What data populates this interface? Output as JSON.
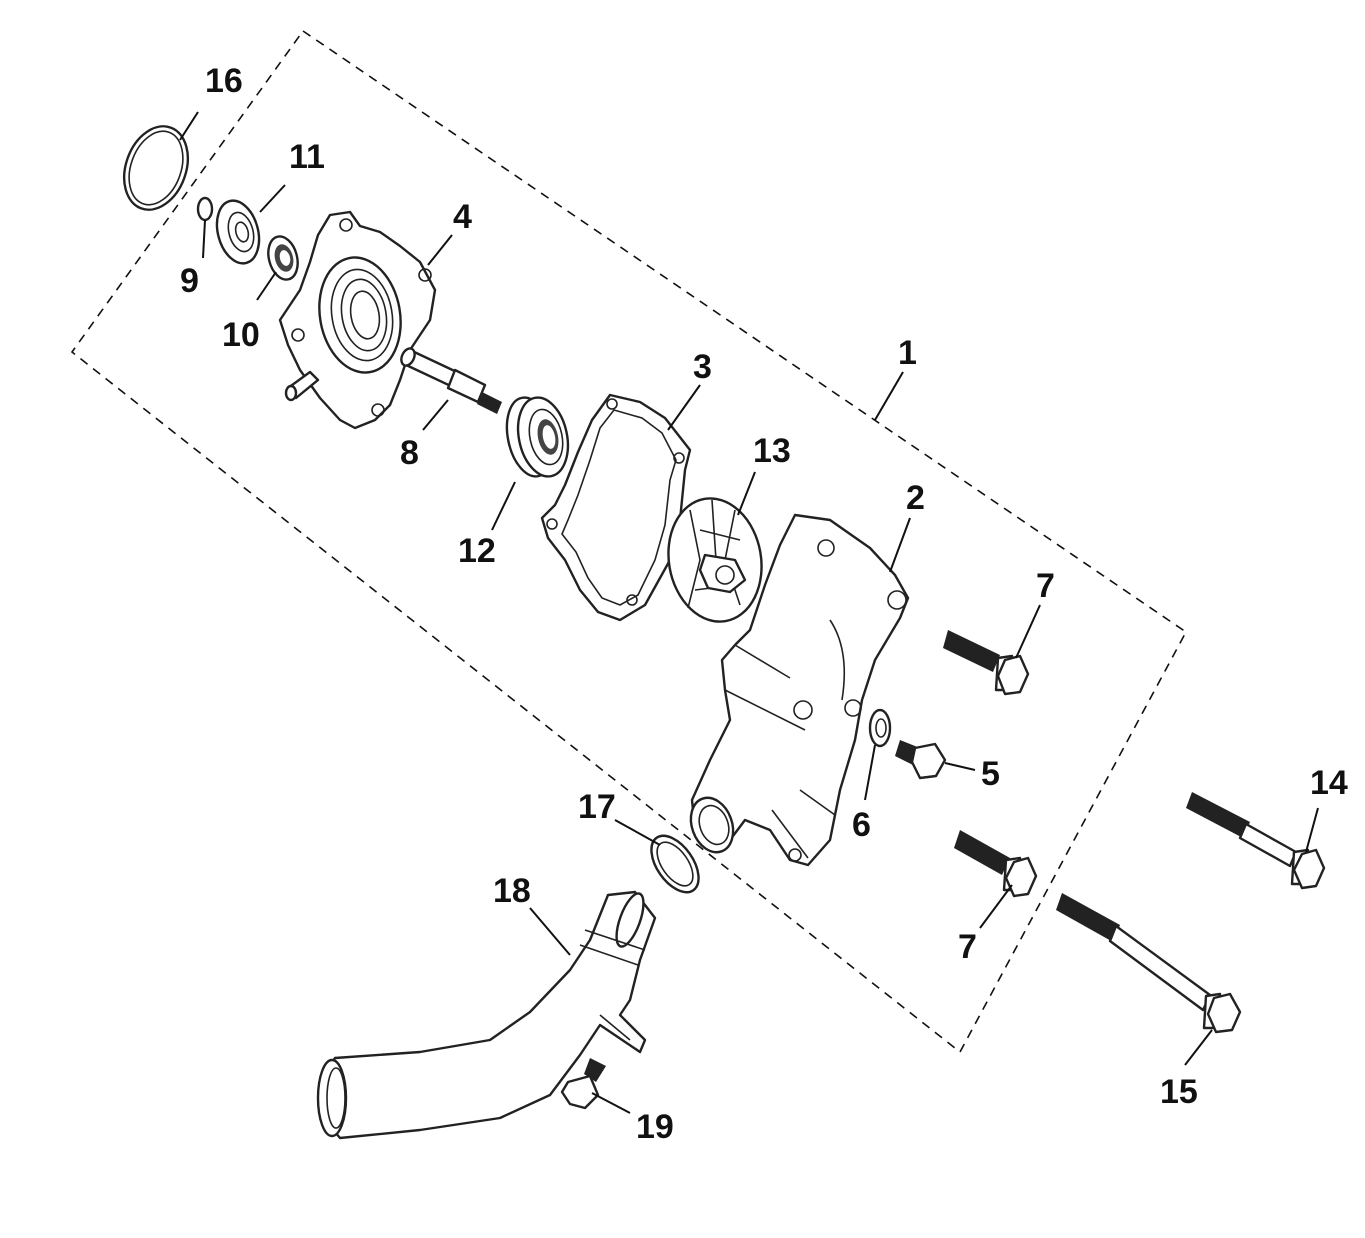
{
  "diagram": {
    "callouts": {
      "c1": "1",
      "c2": "2",
      "c3": "3",
      "c4": "4",
      "c5": "5",
      "c6": "6",
      "c7a": "7",
      "c7b": "7",
      "c8": "8",
      "c9": "9",
      "c10": "10",
      "c11": "11",
      "c12": "12",
      "c13": "13",
      "c14": "14",
      "c15": "15",
      "c16": "16",
      "c17": "17",
      "c18": "18",
      "c19": "19"
    },
    "colors": {
      "line": "#222222",
      "background": "#ffffff"
    }
  }
}
